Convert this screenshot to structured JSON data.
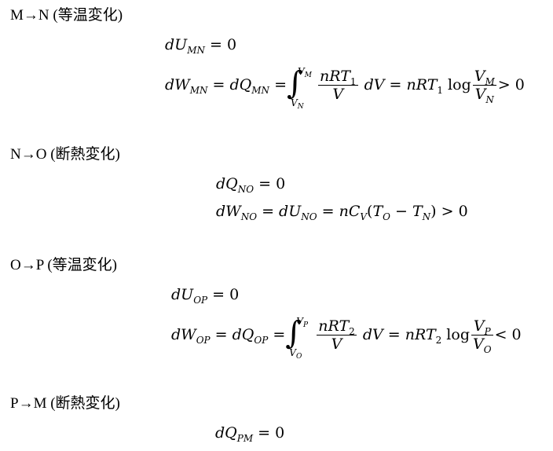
{
  "sections": [
    {
      "heading": "M→N (等温変化)"
    },
    {
      "heading": "N→O (断熱変化)"
    },
    {
      "heading": "O→P (等温変化)"
    },
    {
      "heading": "P→M (断熱変化)"
    }
  ]
}
